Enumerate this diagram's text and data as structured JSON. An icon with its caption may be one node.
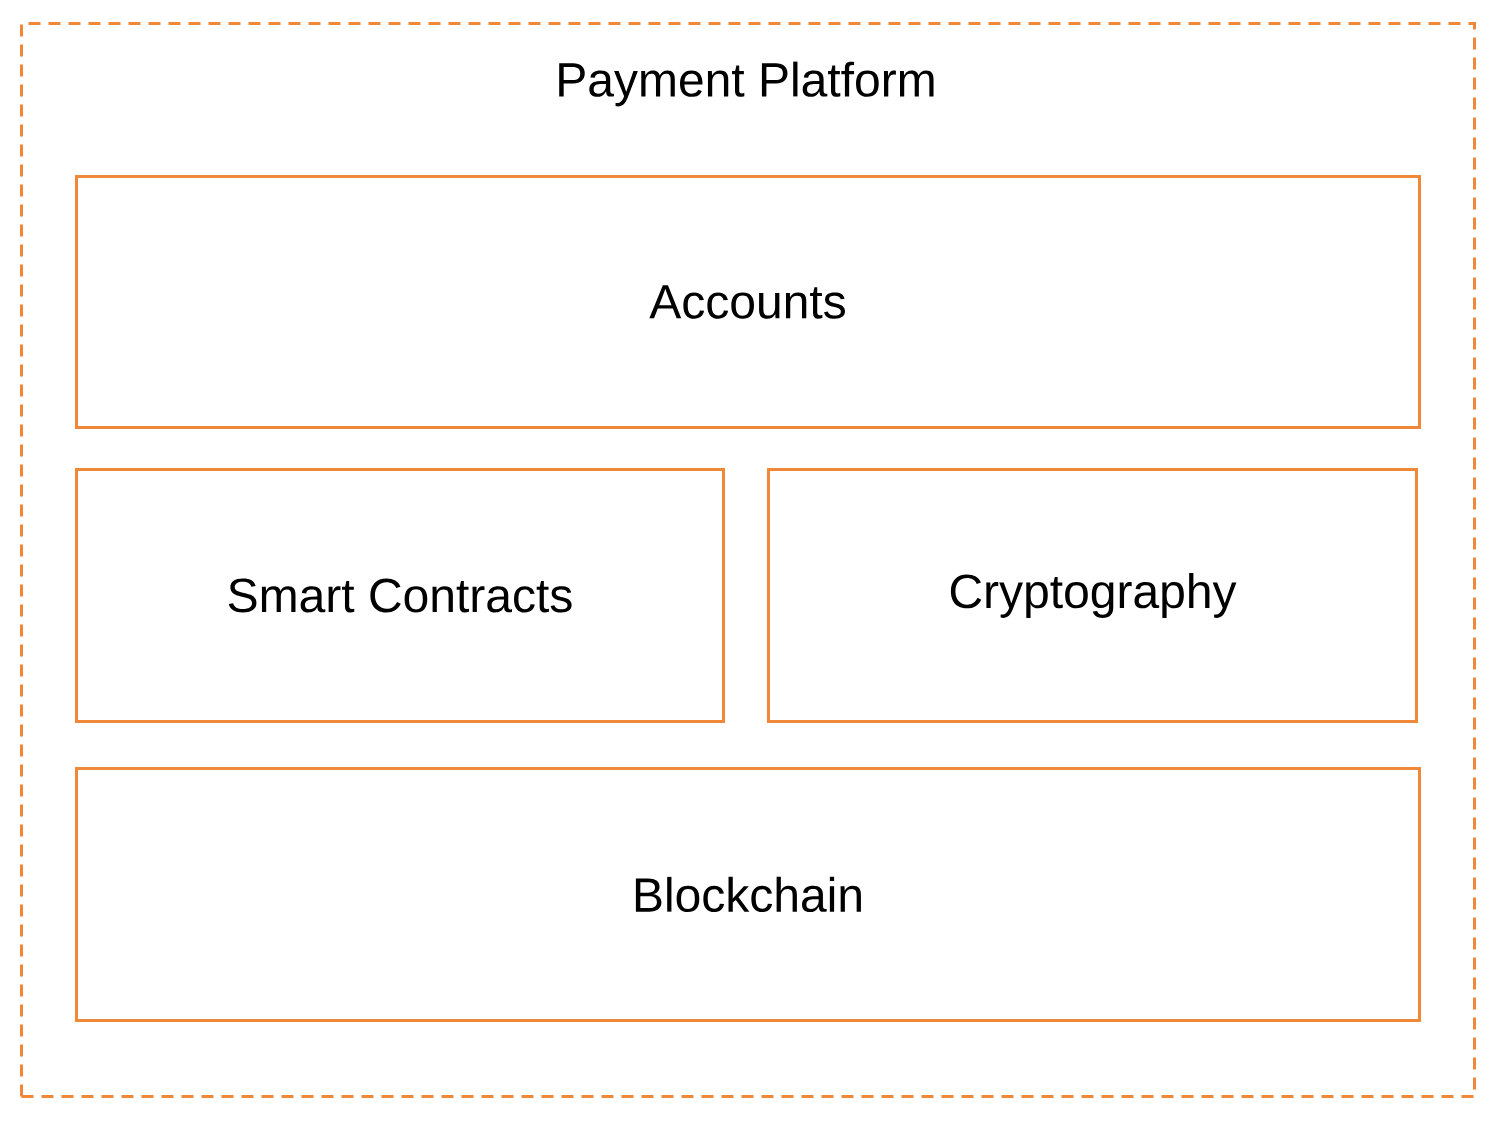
{
  "diagram": {
    "nodes": [
      {
        "text": [
          "Payment Platform"
        ]
      },
      {
        "text": [
          "Accounts"
        ],
        "in": 0
      },
      {
        "text": [
          "Smart Contracts"
        ],
        "in": 0
      },
      {
        "text": [
          "Cryptography"
        ],
        "in": 0
      },
      {
        "text": [
          "Blockchain"
        ],
        "in": 0
      }
    ]
  }
}
